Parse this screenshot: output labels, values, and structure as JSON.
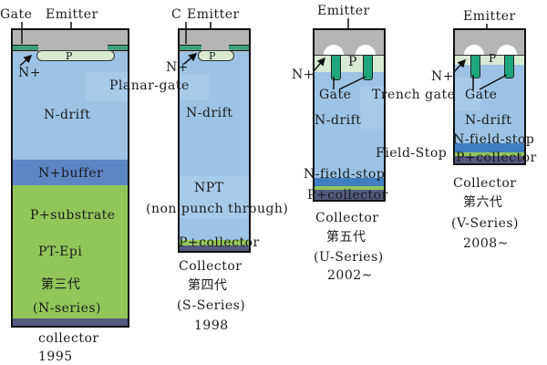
{
  "gen3": {
    "top_labels": {
      "gate": "Gate",
      "emitter": "Emitter"
    },
    "p_label": "P",
    "nplus": "N+",
    "layers": [
      "N-drift",
      "N+buffer",
      "P+substrate",
      "PT-Epi"
    ],
    "generation": "第三代",
    "series": "(N-series)",
    "collector": "collector",
    "year": "1995"
  },
  "gen4": {
    "top_labels": {
      "c": "C",
      "emitter": "Emitter"
    },
    "p_label": "P",
    "nplus": "N+",
    "planar_gate": "Planar-gate",
    "layers": [
      "N-drift",
      "NPT",
      "(non punch through)",
      "P+collector"
    ],
    "collector": "Collector",
    "generation": "第四代",
    "series": "(S-Series)",
    "year": "1998"
  },
  "gen5": {
    "emitter": "Emitter",
    "p_label": "P",
    "nplus": "N+",
    "gate": "Gate",
    "trench_gate": "Trench gate",
    "layers": [
      "N-drift",
      "N-field-stop",
      "P+collector"
    ],
    "field_stop": "Field-Stop",
    "collector": "Collector",
    "generation": "第五代",
    "series": "(U-Series)",
    "year": "2002~"
  },
  "gen6": {
    "emitter": "Emitter",
    "p_label": "P",
    "nplus": "N+",
    "gate": "Gate",
    "layers": [
      "N-drift",
      "N-field-stop",
      "P+collector"
    ],
    "collector": "Collector",
    "generation": "第六代",
    "series": "(V-Series)",
    "year": "2008~"
  },
  "colors": {
    "drift": "#9cc3e6",
    "buffer": "#5d86c4",
    "substrate": "#92c65a",
    "metal": "#b5b5b5",
    "gate": "#1fa77c",
    "collector_metal": "#555a80"
  }
}
